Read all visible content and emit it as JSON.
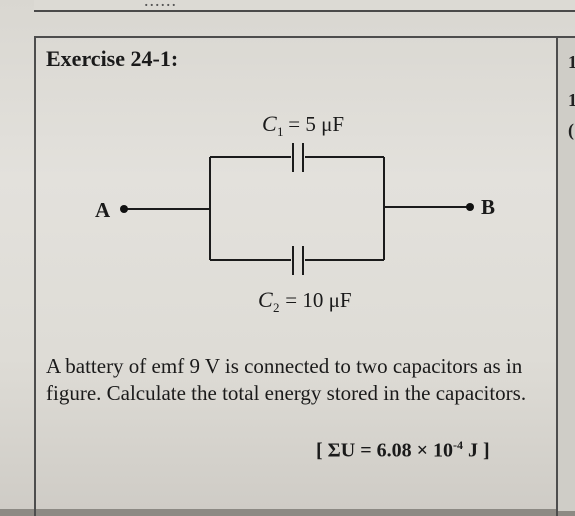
{
  "header": {
    "top_fragment": "......"
  },
  "exercise": {
    "title": "Exercise 24-1:",
    "circuit": {
      "c1_label": "C",
      "c1_sub": "1",
      "c1_value": " = 5 μF",
      "c2_label": "C",
      "c2_sub": "2",
      "c2_value": " = 10 μF",
      "node_a": "A",
      "node_b": "B"
    },
    "problem_text": "A battery of emf  9 V is connected to two capacitors as in figure. Calculate the total energy stored in the capacitors.",
    "answer": {
      "open": "[ ",
      "expr": "ΣU = 6.08 × 10",
      "exponent": "-4",
      "unit": " J ]"
    }
  },
  "right_margin": {
    "marks": [
      "1",
      "1",
      "("
    ]
  }
}
